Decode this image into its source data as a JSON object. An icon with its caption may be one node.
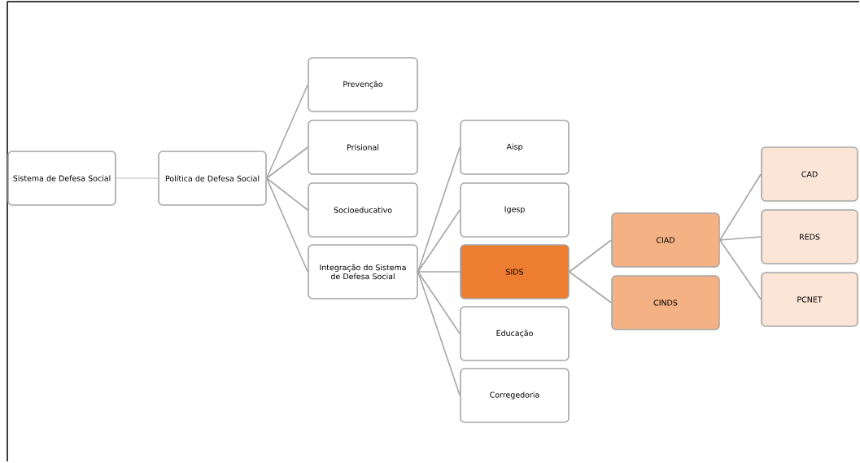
{
  "diagram": {
    "nodes": [
      {
        "text": [
          "Sistema de Defesa Social"
        ]
      },
      {
        "text": [
          "Política de Defesa Social"
        ]
      },
      {
        "text": [
          "Prevenção"
        ]
      },
      {
        "text": [
          "Prisional"
        ]
      },
      {
        "text": [
          "Socioeducativo"
        ]
      },
      {
        "text": [
          "Integração do Sistema de Defesa Social"
        ]
      },
      {
        "text": [
          "Aisp"
        ]
      },
      {
        "text": [
          "Igesp"
        ]
      },
      {
        "text": [
          "SIDS"
        ]
      },
      {
        "text": [
          "Educação"
        ]
      },
      {
        "text": [
          "Corregedoria"
        ]
      },
      {
        "text": [
          "CIAD"
        ]
      },
      {
        "text": [
          "CINDS"
        ]
      },
      {
        "text": [
          "CAD"
        ]
      },
      {
        "text": [
          "REDS"
        ]
      },
      {
        "text": [
          "PCNET"
        ]
      }
    ],
    "edges": [
      {
        "from": 0,
        "to": 1,
        "arrow": "none"
      },
      {
        "from": 1,
        "to": 2,
        "arrow": "none"
      },
      {
        "from": 1,
        "to": 3,
        "arrow": "none"
      },
      {
        "from": 1,
        "to": 4,
        "arrow": "none"
      },
      {
        "from": 1,
        "to": 5,
        "arrow": "none"
      },
      {
        "from": 5,
        "to": 6,
        "arrow": "none"
      },
      {
        "from": 5,
        "to": 7,
        "arrow": "none"
      },
      {
        "from": 5,
        "to": 8,
        "arrow": "none"
      },
      {
        "from": 5,
        "to": 9,
        "arrow": "none"
      },
      {
        "from": 5,
        "to": 10,
        "arrow": "none"
      },
      {
        "from": 8,
        "to": 11,
        "arrow": "none"
      },
      {
        "from": 8,
        "to": 12,
        "arrow": "none"
      },
      {
        "from": 11,
        "to": 13,
        "arrow": "none"
      },
      {
        "from": 11,
        "to": 14,
        "arrow": "none"
      },
      {
        "from": 11,
        "to": 15,
        "arrow": "none"
      }
    ]
  }
}
